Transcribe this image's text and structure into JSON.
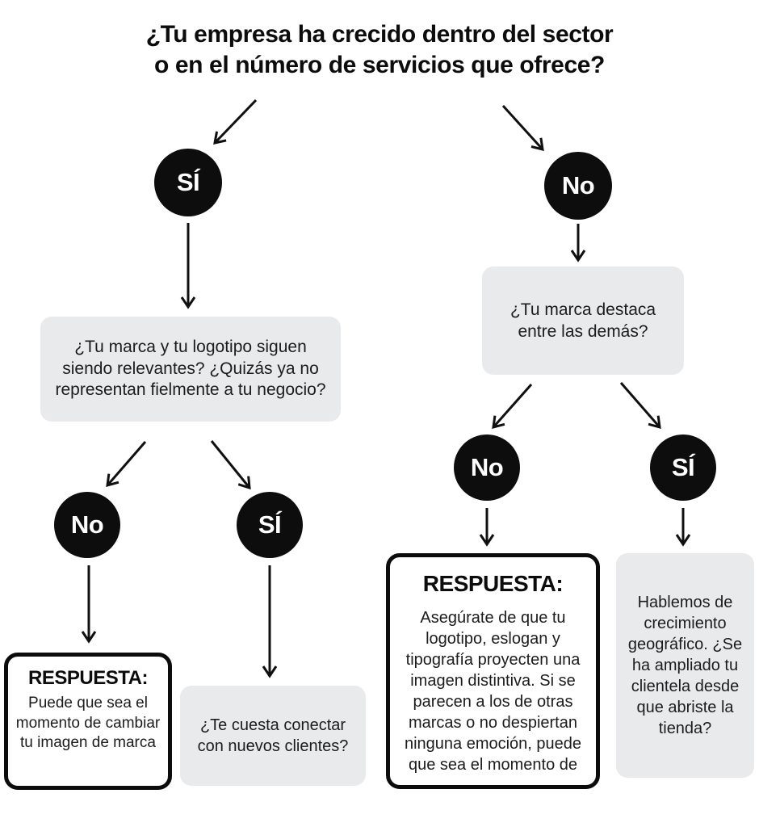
{
  "title": {
    "line1": "¿Tu empresa ha crecido dentro del sector",
    "line2": "o en el número de servicios que ofrece?"
  },
  "colors": {
    "background": "#ffffff",
    "question_box_bg": "#e8eaeb",
    "node_bg": "#0d0d0d",
    "node_text": "#ffffff",
    "arrow": "#101010",
    "answer_border": "#0c0c0c",
    "text": "#1c1c1c"
  },
  "nodes": {
    "root_yes": {
      "label": "SÍ"
    },
    "root_no": {
      "label": "No"
    },
    "left_no": {
      "label": "No"
    },
    "left_yes": {
      "label": "SÍ"
    },
    "right_no": {
      "label": "No"
    },
    "right_yes": {
      "label": "SÍ"
    }
  },
  "boxes": {
    "left_question": {
      "text": "¿Tu marca y tu logotipo siguen siendo relevantes? ¿Quizás ya no representan fielmente a tu negocio?"
    },
    "right_question": {
      "text": "¿Tu marca destaca entre las demás?"
    },
    "left_answer": {
      "title": "RESPUESTA:",
      "body": "Puede que sea el momento de cambiar tu imagen de marca"
    },
    "bottom_question": {
      "text": "¿Te cuesta conectar con nuevos clientes?"
    },
    "right_answer": {
      "title": "RESPUESTA:",
      "body": "Asegúrate de que tu logotipo, eslogan y tipografía proyecten una imagen distintiva. Si se parecen a los de otras marcas o no despiertan ninguna emoción, puede que sea el momento de"
    },
    "right_outcome": {
      "text": "Hablemos de crecimiento geográfico. ¿Se ha ampliado tu clientela desde que abriste la tienda?"
    }
  }
}
